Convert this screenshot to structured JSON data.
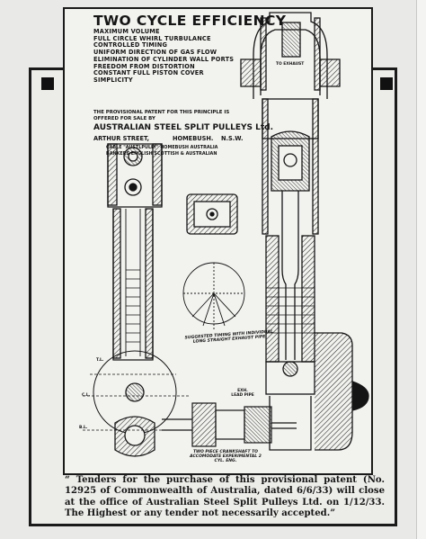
{
  "poster": {
    "title": "TWO CYCLE EFFICIENCY",
    "features": [
      "Maximum Volume",
      "Full Circle Whirl Turbulance",
      "Controlled Timing",
      "Uniform Direction of Gas Flow",
      "Elimination of Cylinder Wall Ports",
      "Freedom from Distortion",
      "Constant Full Piston Cover",
      "Simplicity"
    ],
    "offer_text": "The provisional patent for this principle is offered for sale by",
    "company": "AUSTRALIAN STEEL SPLIT PULLEYS Ltd.",
    "address_street": "Arthur Street,",
    "address_suburb": "Homebush.",
    "address_state": "N.S.W.",
    "cable": "Cable \"Austlpully\" Homebush Australia",
    "bankers": "Bankers English Scottish & Australian"
  },
  "drawing_labels": {
    "exhaust": "To Exhaust",
    "timing": "Suggested timing with individual long straight exhaust pipe",
    "crankshaft": "Two piece crankshaft to accomodate experimental 2 cyl. eng.",
    "tl": "T.L.",
    "cl": "C.L.",
    "bl": "B.L.",
    "pipe": "Exh. Lead Pipe"
  },
  "caption": "“ Tenders for the purchase of this provisional patent (No. 12925 of Commonwealth of Australia, dated 6/6/33) will close at the office of Australian Steel Split Pulleys Ltd. on 1/12/33. The Highest or any tender not necessarily accepted.”",
  "colors": {
    "ink": "#151515",
    "paper": "#f2f2ef",
    "page": "#e9e9e7"
  }
}
